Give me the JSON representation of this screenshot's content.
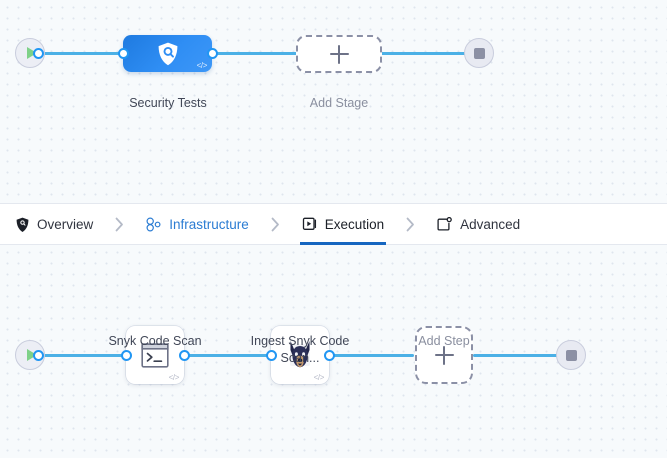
{
  "colors": {
    "canvas_bg": "#f7fafc",
    "grid_dot": "#dfe5ee",
    "connector": "#4bb0e6",
    "port_ring": "#2196f3",
    "stage_node_blue": "#2f8ef4",
    "active_tab_underline": "#1666c0",
    "link_tab_text": "#2b7cd3",
    "label_text": "#414757",
    "muted_text": "#8a8f9f",
    "play_green": "#7ed188",
    "stop_grey": "#8c90a4"
  },
  "stages_canvas": {
    "name": "stages-pipeline-canvas",
    "start_node": {
      "icon": "play-icon",
      "title": "Start"
    },
    "end_node": {
      "icon": "stop-icon",
      "title": "End"
    },
    "nodes": [
      {
        "id": "security-tests-stage",
        "label": "Security Tests",
        "icon": "shield-scan-icon",
        "badge": "</>",
        "selected": true
      },
      {
        "id": "add-stage",
        "label": "Add Stage",
        "icon": "plus-icon",
        "badge": "",
        "selected": false
      }
    ]
  },
  "tabbar": {
    "name": "pipeline-section-tabs",
    "separator_glyph": "›",
    "tabs": [
      {
        "id": "overview",
        "label": "Overview",
        "icon": "shield-icon",
        "state": "default"
      },
      {
        "id": "infrastructure",
        "label": "Infrastructure",
        "icon": "nodes-cluster-icon",
        "state": "link"
      },
      {
        "id": "execution",
        "label": "Execution",
        "icon": "play-box-icon",
        "state": "active"
      },
      {
        "id": "advanced",
        "label": "Advanced",
        "icon": "window-gear-icon",
        "state": "default"
      }
    ]
  },
  "steps_canvas": {
    "name": "steps-execution-canvas",
    "start_node": {
      "icon": "play-icon",
      "title": "Start"
    },
    "end_node": {
      "icon": "stop-icon",
      "title": "End"
    },
    "nodes": [
      {
        "id": "snyk-code-scan-step",
        "label": "Snyk Code Scan",
        "icon": "terminal-icon",
        "badge": "</>"
      },
      {
        "id": "ingest-snyk-code-scan-step",
        "label": "Ingest Snyk Code Scan...",
        "icon": "snyk-dog-icon",
        "badge": "</>"
      },
      {
        "id": "add-step",
        "label": "Add Step",
        "icon": "plus-icon",
        "badge": ""
      }
    ]
  }
}
